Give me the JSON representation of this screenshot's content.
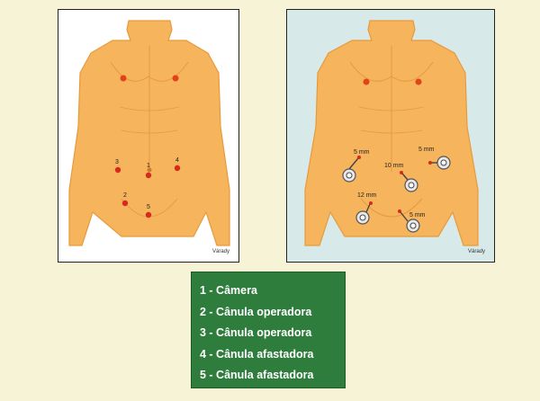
{
  "panel_left": {
    "credit": "Várady",
    "ports": [
      {
        "label": "1"
      },
      {
        "label": "2"
      },
      {
        "label": "3"
      },
      {
        "label": "4"
      },
      {
        "label": "5"
      }
    ]
  },
  "panel_right": {
    "credit": "Várady",
    "ports": [
      {
        "size": "5 mm"
      },
      {
        "size": "5 mm"
      },
      {
        "size": "10 mm"
      },
      {
        "size": "12 mm"
      },
      {
        "size": "5 mm"
      }
    ]
  },
  "legend": {
    "items": [
      "1 - Câmera",
      "2 - Cânula operadora",
      "3 - Cânula operadora",
      "4 - Cânula afastadora",
      "5 - Cânula afastadora"
    ]
  },
  "colors": {
    "skin": "#f6b45d",
    "skin_outline": "#e79a3c",
    "port_dot": "#d62a1e",
    "legend_bg": "#2f7d3d",
    "right_bg": "#d7eae9",
    "page_bg": "#f7f3d7"
  }
}
